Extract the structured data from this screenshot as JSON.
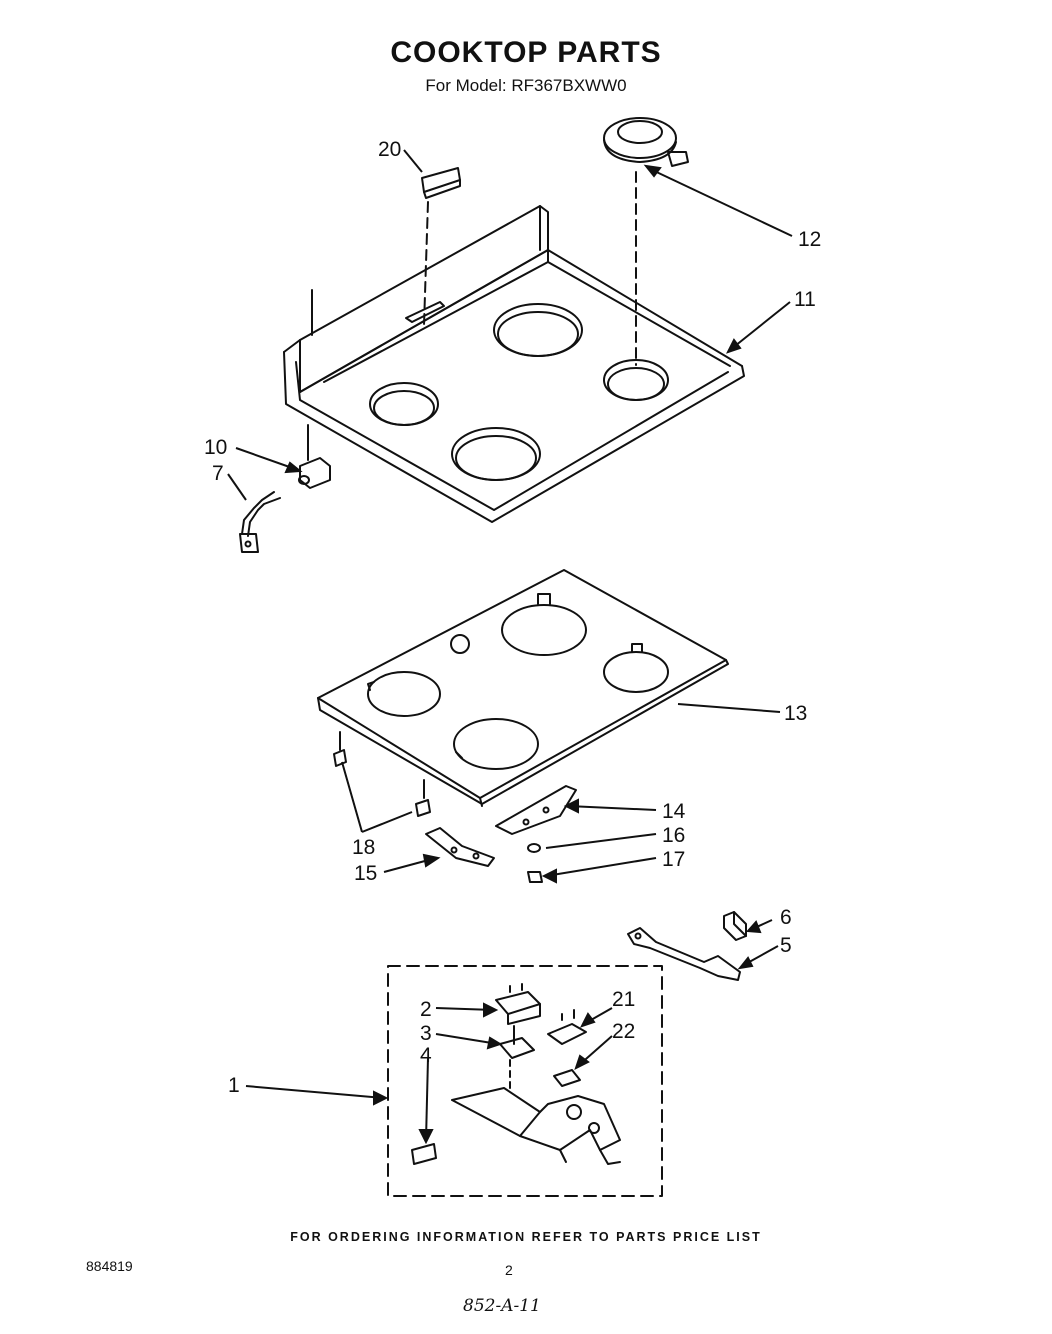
{
  "title": "COOKTOP PARTS",
  "subtitle": "For Model: RF367BXWW0",
  "callouts": {
    "c1": "1",
    "c2": "2",
    "c3": "3",
    "c4": "4",
    "c5": "5",
    "c6": "6",
    "c7": "7",
    "c10": "10",
    "c11": "11",
    "c12": "12",
    "c13": "13",
    "c14": "14",
    "c15": "15",
    "c16": "16",
    "c17": "17",
    "c18": "18",
    "c20": "20",
    "c21": "21",
    "c22": "22"
  },
  "footer": "FOR ORDERING INFORMATION REFER TO PARTS PRICE LIST",
  "doc_number": "884819",
  "page_number": "2",
  "handwritten_note": "852-A-11"
}
